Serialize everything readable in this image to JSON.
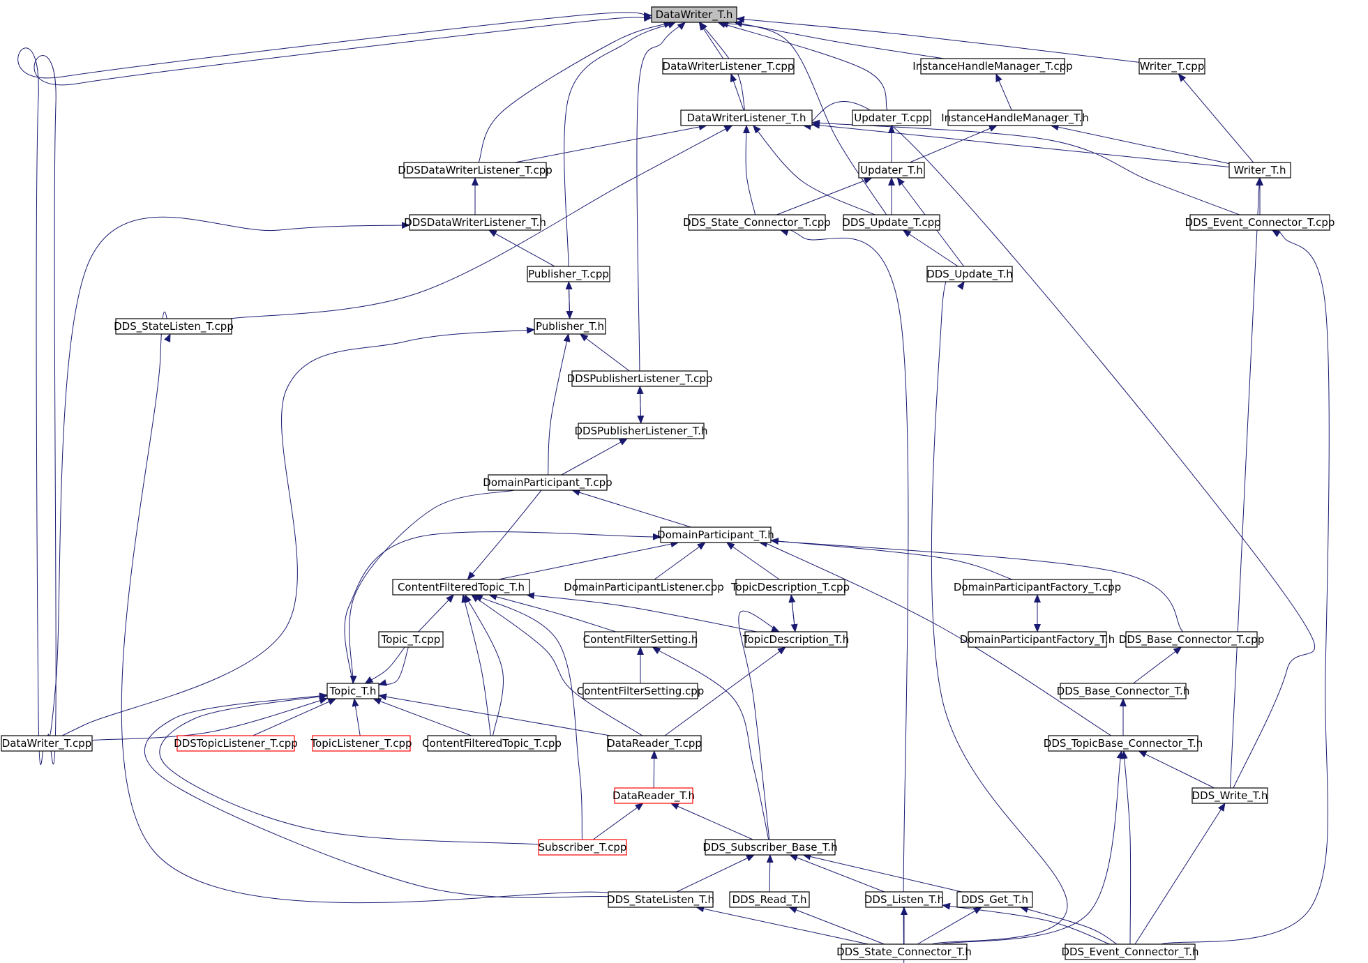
{
  "graph": {
    "colors": {
      "background": "#ffffff",
      "edge": "#191970",
      "box_border": "#000000",
      "box_border_truncated": "#ff0000",
      "root_fill": "#bfbfbf",
      "node_fill": "#ffffff",
      "text": "#000000"
    },
    "nodes": [
      {
        "id": "dw_h",
        "label": "DataWriter_T.h",
        "root": true
      },
      {
        "id": "dwl_cpp",
        "label": "DataWriterListener_T.cpp"
      },
      {
        "id": "ihm_cpp",
        "label": "InstanceHandleManager_T.cpp"
      },
      {
        "id": "writer_cpp",
        "label": "Writer_T.cpp"
      },
      {
        "id": "dwl_h",
        "label": "DataWriterListener_T.h"
      },
      {
        "id": "updater_cpp",
        "label": "Updater_T.cpp"
      },
      {
        "id": "ihm_h",
        "label": "InstanceHandleManager_T.h"
      },
      {
        "id": "ddsdwl_cpp",
        "label": "DDSDataWriterListener_T.cpp"
      },
      {
        "id": "updater_h",
        "label": "Updater_T.h"
      },
      {
        "id": "writer_h",
        "label": "Writer_T.h"
      },
      {
        "id": "ddsdwl_h",
        "label": "DDSDataWriterListener_T.h"
      },
      {
        "id": "dds_state_conn_cpp",
        "label": "DDS_State_Connector_T.cpp"
      },
      {
        "id": "dds_update_cpp",
        "label": "DDS_Update_T.cpp"
      },
      {
        "id": "dds_event_conn_cpp",
        "label": "DDS_Event_Connector_T.cpp"
      },
      {
        "id": "publisher_cpp",
        "label": "Publisher_T.cpp"
      },
      {
        "id": "dds_update_h",
        "label": "DDS_Update_T.h"
      },
      {
        "id": "dds_statelisten_cpp",
        "label": "DDS_StateListen_T.cpp"
      },
      {
        "id": "publisher_h",
        "label": "Publisher_T.h"
      },
      {
        "id": "ddspl_cpp",
        "label": "DDSPublisherListener_T.cpp"
      },
      {
        "id": "ddspl_h",
        "label": "DDSPublisherListener_T.h"
      },
      {
        "id": "dp_cpp",
        "label": "DomainParticipant_T.cpp"
      },
      {
        "id": "dp_h",
        "label": "DomainParticipant_T.h"
      },
      {
        "id": "cft_h",
        "label": "ContentFilteredTopic_T.h"
      },
      {
        "id": "dpl_cpp",
        "label": "DomainParticipantListener.cpp"
      },
      {
        "id": "td_cpp",
        "label": "TopicDescription_T.cpp"
      },
      {
        "id": "dpf_cpp",
        "label": "DomainParticipantFactory_T.cpp"
      },
      {
        "id": "topic_cpp",
        "label": "Topic_T.cpp"
      },
      {
        "id": "cfs_h",
        "label": "ContentFilterSetting.h"
      },
      {
        "id": "td_h",
        "label": "TopicDescription_T.h"
      },
      {
        "id": "dpf_h",
        "label": "DomainParticipantFactory_T.h"
      },
      {
        "id": "dds_base_conn_cpp",
        "label": "DDS_Base_Connector_T.cpp"
      },
      {
        "id": "cfs_cpp",
        "label": "ContentFilterSetting.cpp"
      },
      {
        "id": "topic_h",
        "label": "Topic_T.h"
      },
      {
        "id": "dds_base_conn_h",
        "label": "DDS_Base_Connector_T.h"
      },
      {
        "id": "dw_cpp",
        "label": "DataWriter_T.cpp"
      },
      {
        "id": "ddstl_cpp",
        "label": "DDSTopicListener_T.cpp",
        "truncated": true
      },
      {
        "id": "tl_cpp",
        "label": "TopicListener_T.cpp",
        "truncated": true
      },
      {
        "id": "cft_cpp",
        "label": "ContentFilteredTopic_T.cpp"
      },
      {
        "id": "dr_cpp",
        "label": "DataReader_T.cpp"
      },
      {
        "id": "dds_topicbase_h",
        "label": "DDS_TopicBase_Connector_T.h"
      },
      {
        "id": "dr_h",
        "label": "DataReader_T.h",
        "truncated": true
      },
      {
        "id": "dds_write_h",
        "label": "DDS_Write_T.h"
      },
      {
        "id": "subscriber_cpp",
        "label": "Subscriber_T.cpp",
        "truncated": true
      },
      {
        "id": "dds_sub_base_h",
        "label": "DDS_Subscriber_Base_T.h"
      },
      {
        "id": "dds_statelisten_h",
        "label": "DDS_StateListen_T.h"
      },
      {
        "id": "dds_read_h",
        "label": "DDS_Read_T.h"
      },
      {
        "id": "dds_listen_h",
        "label": "DDS_Listen_T.h"
      },
      {
        "id": "dds_get_h",
        "label": "DDS_Get_T.h"
      },
      {
        "id": "dds_state_conn_h",
        "label": "DDS_State_Connector_T.h"
      },
      {
        "id": "dds_event_conn_h",
        "label": "DDS_Event_Connector_T.h"
      }
    ],
    "edges": [
      [
        "dwl_cpp",
        "dw_h"
      ],
      [
        "ihm_cpp",
        "dw_h"
      ],
      [
        "writer_cpp",
        "dw_h"
      ],
      [
        "dwl_h",
        "dw_h"
      ],
      [
        "updater_cpp",
        "dw_h"
      ],
      [
        "ddsdwl_cpp",
        "dw_h"
      ],
      [
        "publisher_cpp",
        "dw_h"
      ],
      [
        "ddspl_cpp",
        "dw_h"
      ],
      [
        "dds_update_cpp",
        "dw_h"
      ],
      [
        "dw_cpp",
        "dw_h"
      ],
      [
        "dw_cpp",
        "dw_h"
      ],
      [
        "dwl_h",
        "dwl_cpp"
      ],
      [
        "ihm_h",
        "ihm_cpp"
      ],
      [
        "writer_h",
        "writer_cpp"
      ],
      [
        "updater_h",
        "updater_cpp"
      ],
      [
        "ddsdwl_cpp",
        "dwl_h"
      ],
      [
        "dds_state_conn_cpp",
        "dwl_h"
      ],
      [
        "dds_update_cpp",
        "dwl_h"
      ],
      [
        "dds_statelisten_cpp",
        "dwl_h"
      ],
      [
        "writer_h",
        "dwl_h"
      ],
      [
        "dds_event_conn_cpp",
        "dwl_h"
      ],
      [
        "dds_write_h",
        "dwl_h"
      ],
      [
        "updater_h",
        "ihm_h"
      ],
      [
        "writer_h",
        "ihm_h"
      ],
      [
        "ddsdwl_h",
        "ddsdwl_cpp"
      ],
      [
        "dds_state_conn_cpp",
        "updater_h"
      ],
      [
        "dds_update_cpp",
        "updater_h"
      ],
      [
        "dds_update_h",
        "updater_h"
      ],
      [
        "dds_event_conn_cpp",
        "writer_h"
      ],
      [
        "dds_write_h",
        "writer_h"
      ],
      [
        "publisher_cpp",
        "ddsdwl_h"
      ],
      [
        "dw_cpp",
        "ddsdwl_h"
      ],
      [
        "dds_state_conn_h",
        "dds_state_conn_cpp"
      ],
      [
        "dds_update_h",
        "dds_update_cpp"
      ],
      [
        "dds_event_conn_h",
        "dds_event_conn_cpp"
      ],
      [
        "publisher_h",
        "publisher_cpp"
      ],
      [
        "dds_state_conn_h",
        "dds_update_h"
      ],
      [
        "dds_statelisten_h",
        "dds_statelisten_cpp"
      ],
      [
        "publisher_cpp",
        "publisher_h"
      ],
      [
        "ddspl_cpp",
        "publisher_h"
      ],
      [
        "dp_cpp",
        "publisher_h"
      ],
      [
        "dw_cpp",
        "publisher_h"
      ],
      [
        "ddspl_h",
        "ddspl_cpp"
      ],
      [
        "ddspl_cpp",
        "ddspl_h"
      ],
      [
        "dp_cpp",
        "ddspl_h"
      ],
      [
        "dp_h",
        "dp_cpp"
      ],
      [
        "cft_h",
        "dp_h"
      ],
      [
        "dpl_cpp",
        "dp_h"
      ],
      [
        "td_cpp",
        "dp_h"
      ],
      [
        "dpf_cpp",
        "dp_h"
      ],
      [
        "dds_base_conn_cpp",
        "dp_h"
      ],
      [
        "topic_h",
        "dp_h"
      ],
      [
        "dds_topicbase_h",
        "dp_h"
      ],
      [
        "dp_cpp",
        "cft_h"
      ],
      [
        "topic_cpp",
        "cft_h"
      ],
      [
        "cfs_h",
        "cft_h"
      ],
      [
        "td_h",
        "cft_h"
      ],
      [
        "cft_cpp",
        "cft_h"
      ],
      [
        "cft_cpp",
        "cft_h"
      ],
      [
        "dr_cpp",
        "cft_h"
      ],
      [
        "subscriber_cpp",
        "cft_h"
      ],
      [
        "td_h",
        "td_cpp"
      ],
      [
        "td_cpp",
        "td_h"
      ],
      [
        "dpf_h",
        "dpf_cpp"
      ],
      [
        "dpf_cpp",
        "dpf_h"
      ],
      [
        "dp_cpp",
        "topic_h"
      ],
      [
        "topic_cpp",
        "topic_h"
      ],
      [
        "topic_cpp",
        "topic_h"
      ],
      [
        "ddstl_cpp",
        "topic_h"
      ],
      [
        "tl_cpp",
        "topic_h"
      ],
      [
        "cft_cpp",
        "topic_h"
      ],
      [
        "dr_cpp",
        "topic_h"
      ],
      [
        "dw_cpp",
        "topic_h"
      ],
      [
        "subscriber_cpp",
        "topic_h"
      ],
      [
        "dds_statelisten_h",
        "topic_h"
      ],
      [
        "cfs_cpp",
        "cfs_h"
      ],
      [
        "dds_sub_base_h",
        "cfs_h"
      ],
      [
        "dr_cpp",
        "td_h"
      ],
      [
        "dds_sub_base_h",
        "td_h"
      ],
      [
        "dds_base_conn_h",
        "dds_base_conn_cpp"
      ],
      [
        "dds_topicbase_h",
        "dds_base_conn_h"
      ],
      [
        "dr_h",
        "dr_cpp"
      ],
      [
        "dds_write_h",
        "dds_topicbase_h"
      ],
      [
        "dds_state_conn_h",
        "dds_topicbase_h"
      ],
      [
        "dds_event_conn_h",
        "dds_topicbase_h"
      ],
      [
        "subscriber_cpp",
        "dr_h"
      ],
      [
        "dds_sub_base_h",
        "dr_h"
      ],
      [
        "dds_event_conn_h",
        "dds_write_h"
      ],
      [
        "dds_statelisten_h",
        "dds_sub_base_h"
      ],
      [
        "dds_read_h",
        "dds_sub_base_h"
      ],
      [
        "dds_listen_h",
        "dds_sub_base_h"
      ],
      [
        "dds_get_h",
        "dds_sub_base_h"
      ],
      [
        "dds_state_conn_h",
        "dds_statelisten_h"
      ],
      [
        "dds_state_conn_h",
        "dds_read_h"
      ],
      [
        "dds_state_conn_h",
        "dds_listen_h"
      ],
      [
        "dds_event_conn_h",
        "dds_listen_h"
      ],
      [
        "dds_state_conn_h",
        "dds_get_h"
      ],
      [
        "dds_event_conn_h",
        "dds_get_h"
      ]
    ]
  }
}
